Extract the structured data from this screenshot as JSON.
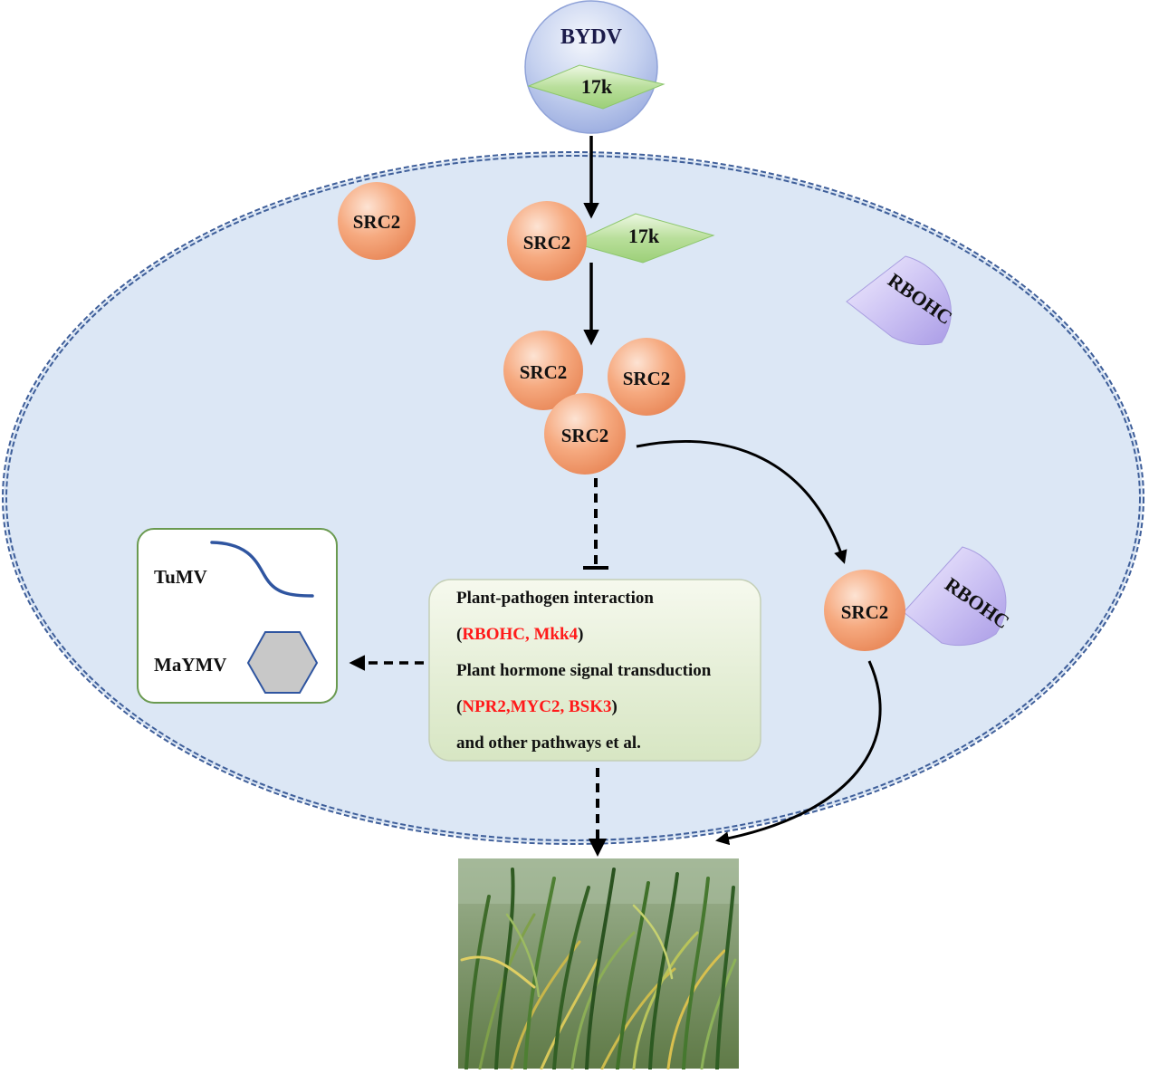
{
  "virus": {
    "name": "BYDV",
    "protein": "17k"
  },
  "src2_label": "SRC2",
  "rbohc_label": "RBOHC",
  "complex_protein": "17k",
  "pathway_box": {
    "line1": "Plant-pathogen interaction",
    "line2_open": "(",
    "line2_genes": "RBOHC, Mkk4",
    "line2_close": ")",
    "line3": "Plant hormone signal transduction",
    "line4_open": "(",
    "line4_genes": "NPR2,MYC2, BSK3",
    "line4_close": ")",
    "line5": "and other pathways et al."
  },
  "other_viruses": {
    "tumv": "TuMV",
    "maymv": "MaYMV"
  },
  "colors": {
    "cell_fill": "#dce7f5",
    "cell_border": "#3f5f9a",
    "src2_fill": "#f4a57a",
    "protein_17k": "#b5dc96",
    "rbohc": "#c8bff0",
    "pathway_box": "#e6efd9",
    "highlight_text": "#ff1a1a",
    "virus_box_border": "#6a9a50"
  }
}
